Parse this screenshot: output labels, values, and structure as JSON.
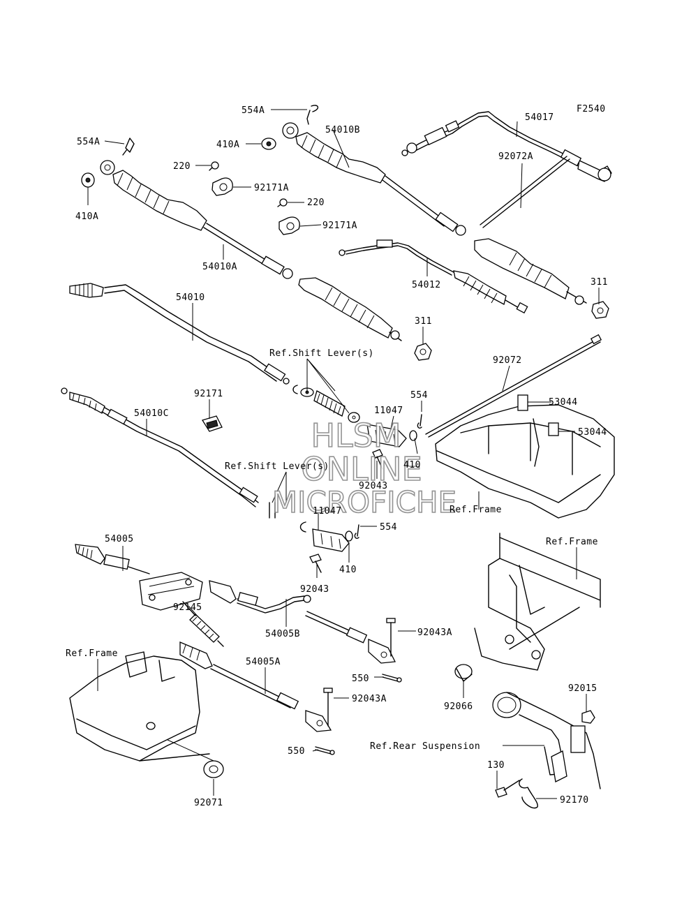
{
  "diagram_code": "F2540",
  "watermark": {
    "line1": "HLSM",
    "line2": "ONLINE",
    "line3": "MICROFICHE"
  },
  "labels": {
    "l_554A_top": "554A",
    "l_54010B": "54010B",
    "l_54017": "54017",
    "l_554A_left": "554A",
    "l_410A_mid": "410A",
    "l_220_a": "220",
    "l_92171A_a": "92171A",
    "l_92072A": "92072A",
    "l_410A_left": "410A",
    "l_220_b": "220",
    "l_92171A_b": "92171A",
    "l_54010A": "54010A",
    "l_54012": "54012",
    "l_311_right": "311",
    "l_54010": "54010",
    "l_311_mid": "311",
    "l_refshift_a": "Ref.Shift Lever(s)",
    "l_92072": "92072",
    "l_92171": "92171",
    "l_54010C": "54010C",
    "l_554_a": "554",
    "l_11047_a": "11047",
    "l_53044_a": "53044",
    "l_53044_b": "53044",
    "l_410_a": "410",
    "l_refshift_b": "Ref.Shift Lever(s)",
    "l_92043_a": "92043",
    "l_refframe_a": "Ref.Frame",
    "l_11047_b": "11047",
    "l_554_b": "554",
    "l_54005": "54005",
    "l_410_b": "410",
    "l_refframe_b": "Ref.Frame",
    "l_92043_b": "92043",
    "l_92145": "92145",
    "l_54005B": "54005B",
    "l_92043A_a": "92043A",
    "l_refframe_c": "Ref.Frame",
    "l_54005A": "54005A",
    "l_550_a": "550",
    "l_92043A_b": "92043A",
    "l_92066": "92066",
    "l_92015": "92015",
    "l_550_b": "550",
    "l_refrear": "Ref.Rear Suspension",
    "l_130": "130",
    "l_92071": "92071",
    "l_92170": "92170"
  }
}
